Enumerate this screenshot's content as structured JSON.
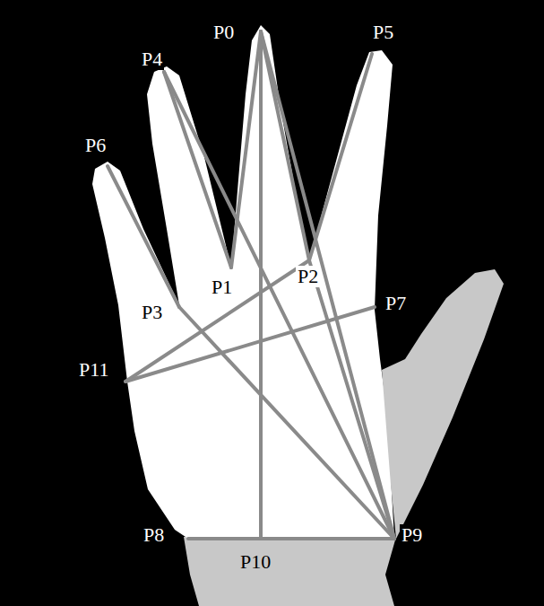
{
  "diagram": {
    "labels": [
      "P0",
      "P4",
      "P5",
      "P6",
      "P1",
      "P2",
      "P3",
      "P7",
      "P11",
      "P8",
      "P9",
      "P10"
    ]
  }
}
